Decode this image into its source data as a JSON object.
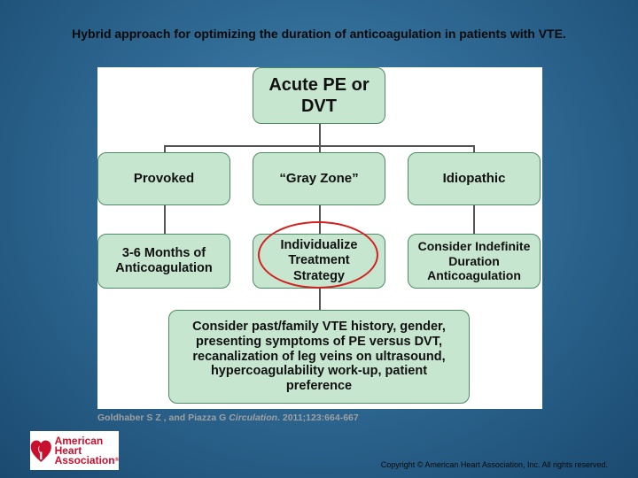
{
  "slide": {
    "title": "Hybrid approach for optimizing the duration of anticoagulation in patients with VTE.",
    "citation_authors": "Goldhaber S Z , and Piazza G ",
    "citation_journal": "Circulation",
    "citation_details": ". 2011;123:664-667",
    "copyright": "Copyright © American Heart Association, Inc. All rights reserved."
  },
  "logo": {
    "lines": [
      "American",
      "Heart",
      "Association"
    ],
    "registered": "®"
  },
  "diagram": {
    "root": [
      "Acute PE or",
      "DVT"
    ],
    "categories": {
      "provoked": "Provoked",
      "gray_zone": "“Gray Zone”",
      "idiopathic": "Idiopathic"
    },
    "outcomes": {
      "provoked": [
        "3-6 Months of",
        "Anticoagulation"
      ],
      "gray_zone": [
        "Individualize",
        "Treatment",
        "Strategy"
      ],
      "idiopathic": [
        "Consider Indefinite",
        "Duration",
        "Anticoagulation"
      ]
    },
    "considerations": [
      "Consider past/family VTE history, gender,",
      "presenting symptoms of PE versus DVT,",
      "recanalization of leg veins on ultrasound,",
      "hypercoagulability work-up, patient",
      "preference"
    ]
  },
  "colors": {
    "box_fill": "#c6e6d0",
    "box_border": "#4f8a66",
    "highlight_circle": "#d42020",
    "background": "#2f6a94",
    "logo_red": "#c8102e"
  }
}
